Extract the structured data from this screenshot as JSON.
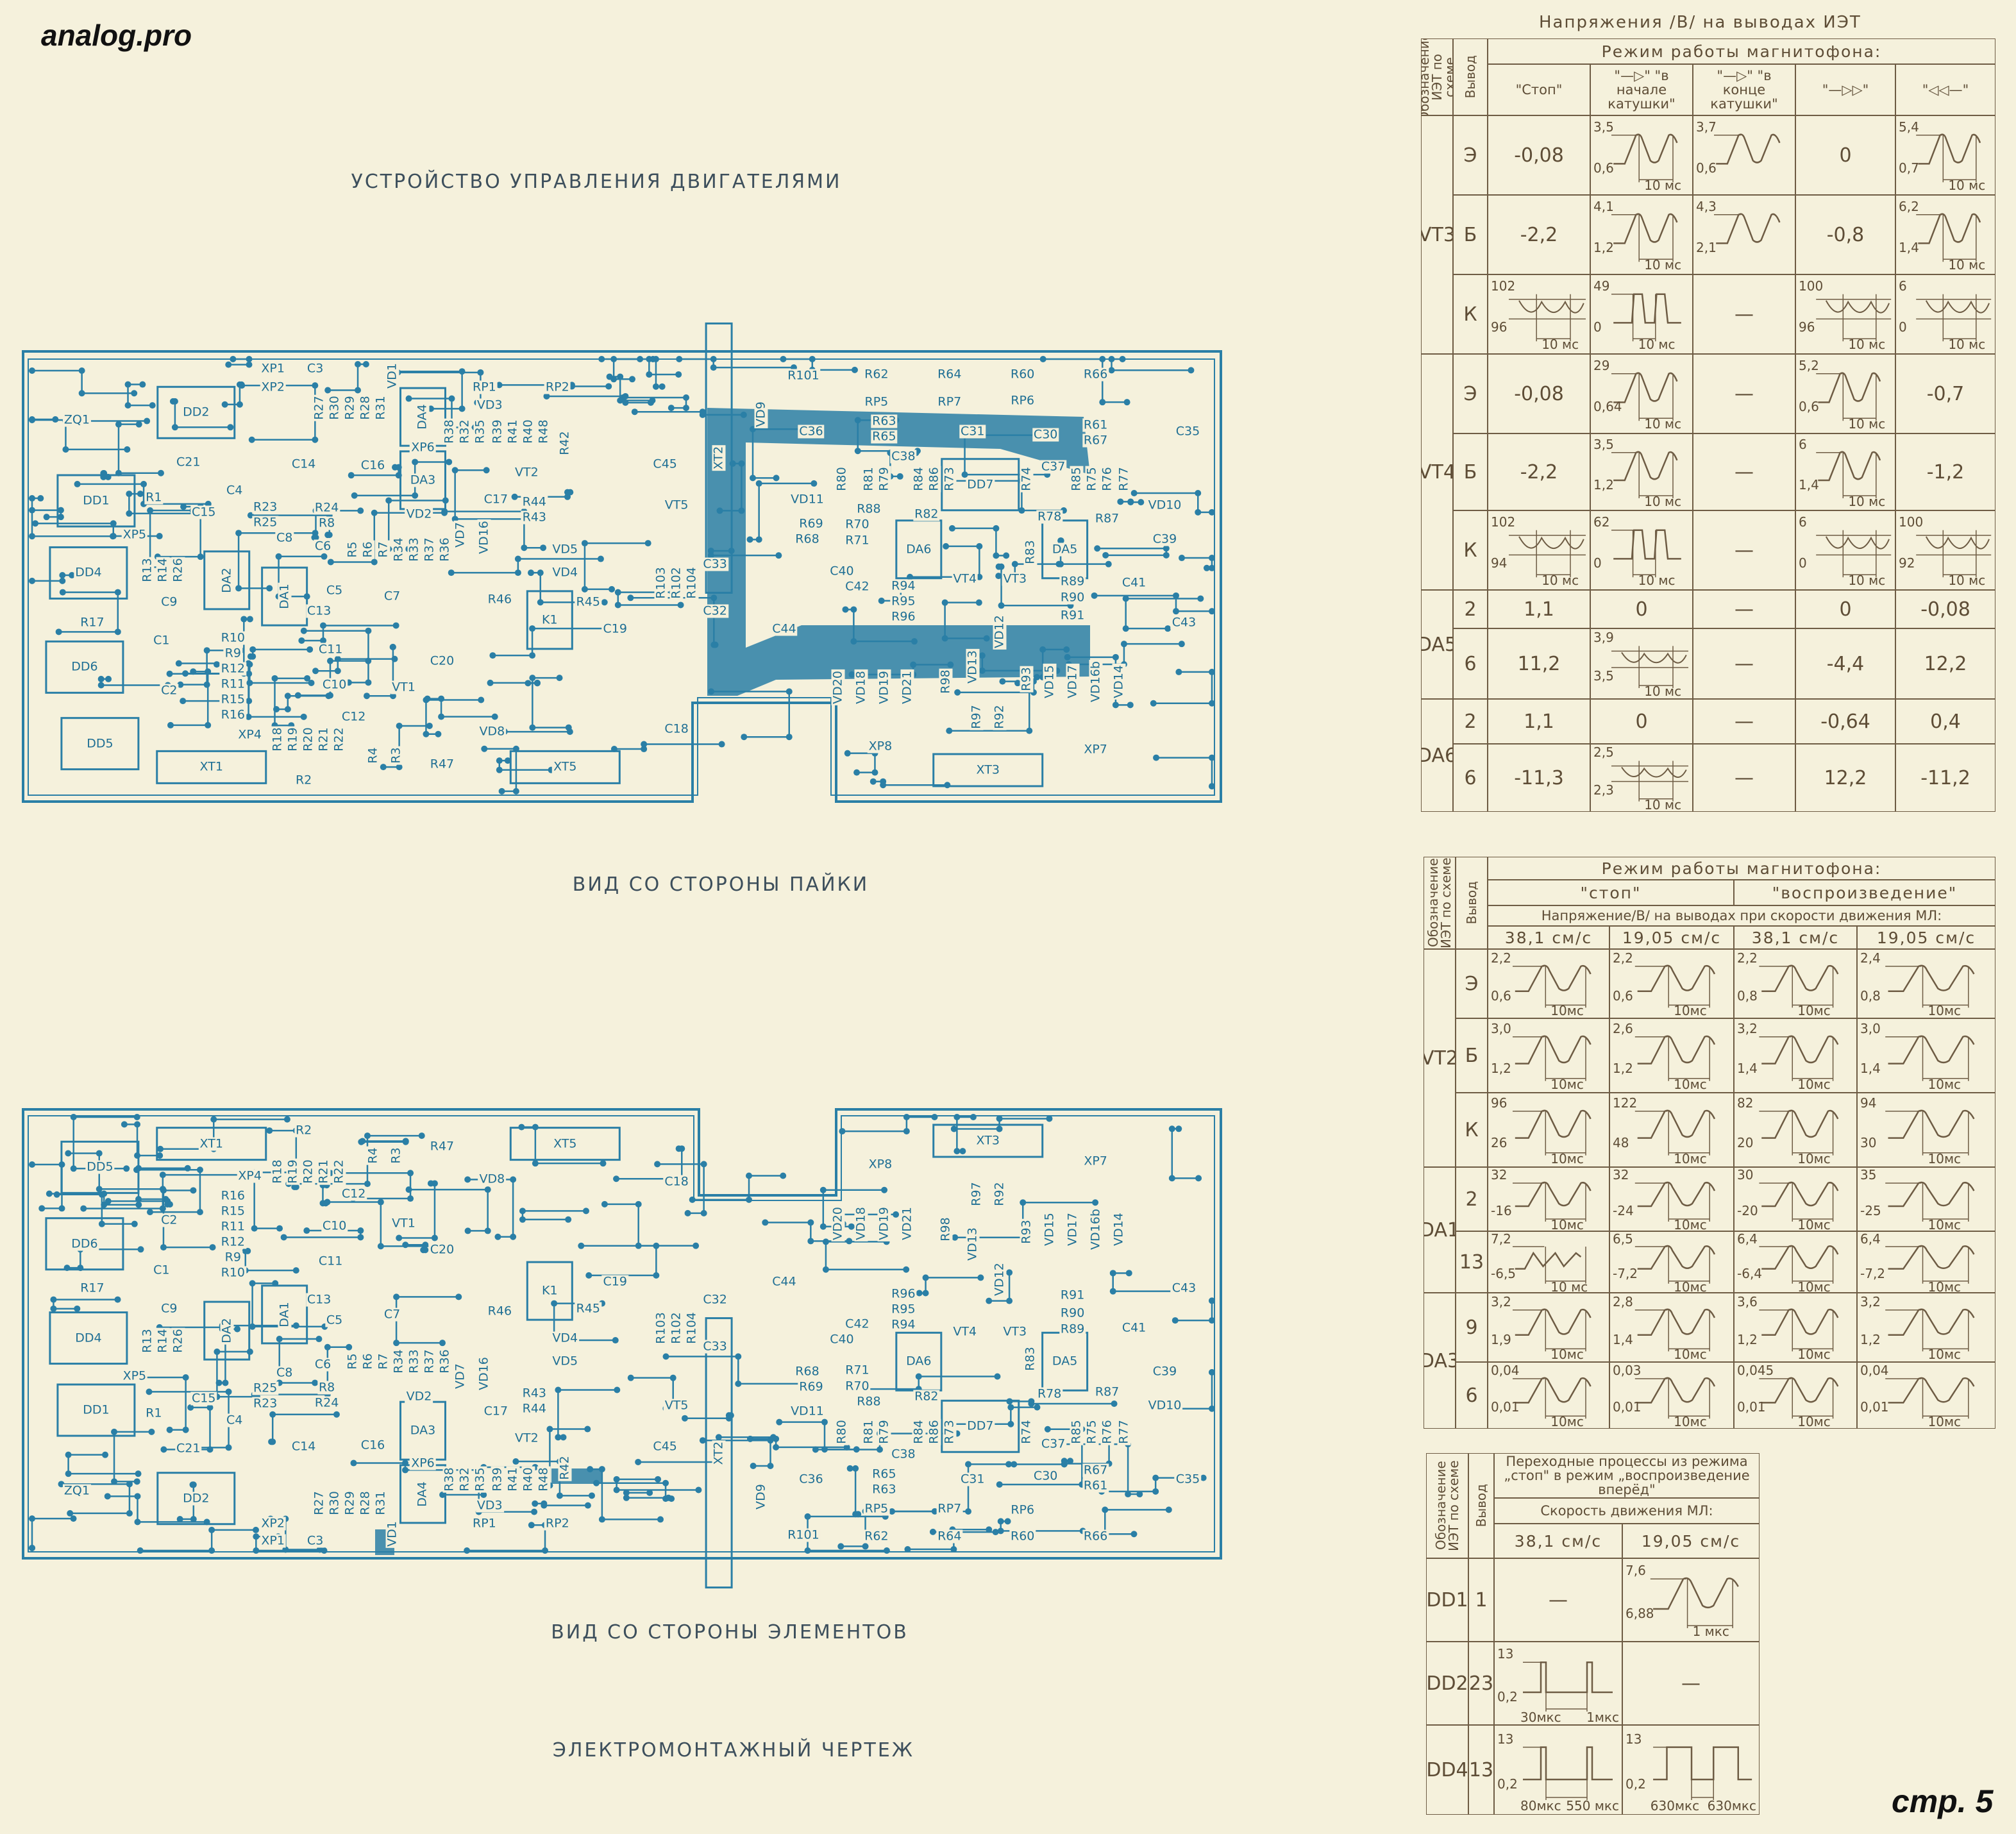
{
  "brand": "analog.pro",
  "page_number": "стр. 5",
  "captions": {
    "main_title": "УСТРОЙСТВО УПРАВЛЕНИЯ ДВИГАТЕЛЯМИ",
    "solder_side": "ВИД СО СТОРОНЫ ПАЙКИ",
    "component_side": "ВИД СО СТОРОНЫ ЭЛЕМЕНТОВ",
    "assembly_drawing": "ЭЛЕКТРОМОНТАЖНЫЙ ЧЕРТЕЖ"
  },
  "colors": {
    "paper": "#f5f1dc",
    "pcb_blue": "#2a7fa6",
    "ink": "#6e5c44"
  },
  "pcb": {
    "components": [
      "ZQ1",
      "DD2",
      "XP1",
      "XP2",
      "C3",
      "R27",
      "R30",
      "R29",
      "R28",
      "R31",
      "VD1",
      "DA4",
      "RP1",
      "RP2",
      "VD3",
      "R38",
      "R32",
      "R35",
      "R39",
      "R41",
      "R40",
      "R48",
      "R42",
      "XP6",
      "DD1",
      "C21",
      "C4",
      "R1",
      "C14",
      "C16",
      "DA3",
      "VT2",
      "C17",
      "R44",
      "R43",
      "C15",
      "R23",
      "R25",
      "R24",
      "R8",
      "C8",
      "VD2",
      "VD7",
      "VD16",
      "XP5",
      "DD4",
      "R13",
      "R14",
      "R26",
      "DA2",
      "DA1",
      "C6",
      "R5",
      "R6",
      "R7",
      "R34",
      "R33",
      "R37",
      "R36",
      "VD5",
      "VD4",
      "C5",
      "C7",
      "C9",
      "C13",
      "R17",
      "R46",
      "R45",
      "K1",
      "C19",
      "C1",
      "C11",
      "DD6",
      "R10",
      "R9",
      "R12",
      "R11",
      "R15",
      "R16",
      "C20",
      "VT1",
      "C10",
      "C2",
      "C12",
      "VD8",
      "XP4",
      "R18",
      "R19",
      "R20",
      "R21",
      "R22",
      "R4",
      "R3",
      "DD5",
      "XT1",
      "R2",
      "R47",
      "XT5",
      "C18",
      "C45",
      "VT5",
      "XT2",
      "R103",
      "R102",
      "R104",
      "C33",
      "C32",
      "C36",
      "VD9",
      "R101",
      "R62",
      "R64",
      "R60",
      "R66",
      "RP5",
      "RP7",
      "RP6",
      "R63",
      "R65",
      "C31",
      "C30",
      "R61",
      "R67",
      "C35",
      "C38",
      "R80",
      "R81",
      "R79",
      "R84",
      "R86",
      "R73",
      "DD7",
      "R74",
      "C37",
      "R85",
      "R75",
      "R76",
      "R77",
      "VD11",
      "R88",
      "R82",
      "R69",
      "R68",
      "R70",
      "R71",
      "DA6",
      "C40",
      "R78",
      "R87",
      "VD10",
      "C39",
      "R83",
      "DA5",
      "C42",
      "R94",
      "R95",
      "R96",
      "VT4",
      "VT3",
      "R89",
      "R90",
      "R91",
      "C41",
      "C44",
      "C43",
      "VD20",
      "VD18",
      "VD19",
      "VD21",
      "R98",
      "VD13",
      "VD12",
      "R93",
      "VD15",
      "VD17",
      "VD16b",
      "VD14",
      "R97",
      "R92",
      "XP8",
      "XP7",
      "XT3"
    ]
  },
  "table1": {
    "title": "Напряжения /В/ на выводах ИЭТ",
    "designation_header": "Обозначение ИЭТ по схеме",
    "pin_header": "Вывод",
    "mode_header": "Режим работы магнитофона:",
    "modes": [
      "\"Стоп\"",
      "\"—▷\" \"в начале катушки\"",
      "\"—▷\" \"в конце катушки\"",
      "\"—▷▷\"",
      "\"◁◁—\""
    ],
    "groups": [
      {
        "ic": "VT3",
        "rows": [
          {
            "pin": "Э",
            "cells": [
              "-0,08",
              {
                "w": "sine",
                "hi": "3,5",
                "lo": "0,6",
                "t": "10 мс"
              },
              {
                "w": "sine",
                "hi": "3,7",
                "lo": "0,6",
                "t": ""
              },
              "0",
              {
                "w": "sine",
                "hi": "5,4",
                "lo": "0,7",
                "t": "10 мс"
              }
            ]
          },
          {
            "pin": "Б",
            "cells": [
              "-2,2",
              {
                "w": "sine",
                "hi": "4,1",
                "lo": "1,2",
                "t": "10 мс"
              },
              {
                "w": "sine",
                "hi": "4,3",
                "lo": "2,1",
                "t": ""
              },
              "-0,8",
              {
                "w": "sine",
                "hi": "6,2",
                "lo": "1,4",
                "t": "10 мс"
              }
            ]
          },
          {
            "pin": "К",
            "cells": [
              {
                "w": "ripple",
                "hi": "102",
                "lo": "96",
                "t": "10 мс"
              },
              {
                "w": "square",
                "hi": "49",
                "lo": "0",
                "t": "10 мс"
              },
              "—",
              {
                "w": "ripple",
                "hi": "100",
                "lo": "96",
                "t": "10 мс"
              },
              {
                "w": "ripple",
                "hi": "6",
                "lo": "0",
                "t": "10 мс"
              }
            ]
          }
        ]
      },
      {
        "ic": "VT4",
        "rows": [
          {
            "pin": "Э",
            "cells": [
              "-0,08",
              {
                "w": "sine",
                "hi": "29",
                "lo": "0,64",
                "t": "10 мс"
              },
              "—",
              {
                "w": "sine",
                "hi": "5,2",
                "lo": "0,6",
                "t": "10 мс"
              },
              "-0,7"
            ]
          },
          {
            "pin": "Б",
            "cells": [
              "-2,2",
              {
                "w": "sine",
                "hi": "3,5",
                "lo": "1,2",
                "t": "10 мс"
              },
              "—",
              {
                "w": "sine",
                "hi": "6",
                "lo": "1,4",
                "t": "10 мс"
              },
              "-1,2"
            ]
          },
          {
            "pin": "К",
            "cells": [
              {
                "w": "ripple",
                "hi": "102",
                "lo": "94",
                "t": "10 мс"
              },
              {
                "w": "square",
                "hi": "62",
                "lo": "0",
                "t": "10 мс"
              },
              "—",
              {
                "w": "ripple",
                "hi": "6",
                "lo": "0",
                "t": "10 мс"
              },
              {
                "w": "ripple",
                "hi": "100",
                "lo": "92",
                "t": "10 мс"
              }
            ]
          }
        ]
      },
      {
        "ic": "DA5",
        "rows": [
          {
            "pin": "2",
            "cells": [
              "1,1",
              "0",
              "—",
              "0",
              "-0,08"
            ]
          },
          {
            "pin": "6",
            "cells": [
              "11,2",
              {
                "w": "ripple",
                "hi": "3,9",
                "lo": "3,5",
                "t": "10 мс"
              },
              "—",
              "-4,4",
              "12,2"
            ]
          }
        ]
      },
      {
        "ic": "DA6",
        "rows": [
          {
            "pin": "2",
            "cells": [
              "1,1",
              "0",
              "—",
              "-0,64",
              "0,4"
            ]
          },
          {
            "pin": "6",
            "cells": [
              "-11,3",
              {
                "w": "ripple",
                "hi": "2,5",
                "lo": "2,3",
                "t": "10 мс"
              },
              "—",
              "12,2",
              "-11,2"
            ]
          }
        ]
      }
    ]
  },
  "table2": {
    "designation_header": "Обозначение ИЭТ по схеме",
    "pin_header": "Вывод",
    "mode_header": "Режим работы магнитофона:",
    "modes": [
      "\"стоп\"",
      "\"воспроизведение\""
    ],
    "voltage_header": "Напряжение/В/ на выводах при скорости движения МЛ:",
    "speeds": [
      "38,1 см/с",
      "19,05 см/с",
      "38,1 см/с",
      "19,05 см/с"
    ],
    "groups": [
      {
        "ic": "VT2",
        "rows": [
          {
            "pin": "Э",
            "cells": [
              {
                "w": "sine",
                "hi": "2,2",
                "lo": "0,6",
                "t": "10мс"
              },
              {
                "w": "sine",
                "hi": "2,2",
                "lo": "0,6",
                "t": "10мс"
              },
              {
                "w": "sine",
                "hi": "2,2",
                "lo": "0,8",
                "t": "10мс"
              },
              {
                "w": "sine",
                "hi": "2,4",
                "lo": "0,8",
                "t": "10мс"
              }
            ]
          },
          {
            "pin": "Б",
            "cells": [
              {
                "w": "sine",
                "hi": "3,0",
                "lo": "1,2",
                "t": "10мс"
              },
              {
                "w": "sine",
                "hi": "2,6",
                "lo": "1,2",
                "t": "10мс"
              },
              {
                "w": "sine",
                "hi": "3,2",
                "lo": "1,4",
                "t": "10мс"
              },
              {
                "w": "sine",
                "hi": "3,0",
                "lo": "1,4",
                "t": "10мс"
              }
            ]
          },
          {
            "pin": "К",
            "cells": [
              {
                "w": "sine",
                "hi": "96",
                "lo": "26",
                "t": "10мс"
              },
              {
                "w": "sine",
                "hi": "122",
                "lo": "48",
                "t": "10мс"
              },
              {
                "w": "sine",
                "hi": "82",
                "lo": "20",
                "t": "10мс"
              },
              {
                "w": "sine",
                "hi": "94",
                "lo": "30",
                "t": "10мс"
              }
            ]
          }
        ]
      },
      {
        "ic": "DA1",
        "rows": [
          {
            "pin": "2",
            "cells": [
              {
                "w": "sine",
                "hi": "32",
                "lo": "-16",
                "t": "10мс"
              },
              {
                "w": "sine",
                "hi": "32",
                "lo": "-24",
                "t": "10мс"
              },
              {
                "w": "sine",
                "hi": "30",
                "lo": "-20",
                "t": "10мс"
              },
              {
                "w": "sine",
                "hi": "35",
                "lo": "-25",
                "t": "10мс"
              }
            ]
          },
          {
            "pin": "13",
            "cells": [
              {
                "w": "double",
                "hi": "7,2",
                "lo": "-6,5",
                "t": "10 мс"
              },
              {
                "w": "sine",
                "hi": "6,5",
                "lo": "-7,2",
                "t": "10мс"
              },
              {
                "w": "sine",
                "hi": "6,4",
                "lo": "-6,4",
                "t": "10мс"
              },
              {
                "w": "sine",
                "hi": "6,4",
                "lo": "-7,2",
                "t": "10мс"
              }
            ]
          }
        ]
      },
      {
        "ic": "DA3",
        "rows": [
          {
            "pin": "9",
            "cells": [
              {
                "w": "sine",
                "hi": "3,2",
                "lo": "1,9",
                "t": "10мс"
              },
              {
                "w": "sine",
                "hi": "2,8",
                "lo": "1,4",
                "t": "10мс"
              },
              {
                "w": "sine",
                "hi": "3,6",
                "lo": "1,2",
                "t": "10мс"
              },
              {
                "w": "sine",
                "hi": "3,2",
                "lo": "1,2",
                "t": "10мс"
              }
            ]
          },
          {
            "pin": "6",
            "cells": [
              {
                "w": "sine",
                "hi": "0,04",
                "lo": "0,01",
                "t": "10мс"
              },
              {
                "w": "sine",
                "hi": "0,03",
                "lo": "0,01",
                "t": "10мс"
              },
              {
                "w": "sine",
                "hi": "0,045",
                "lo": "0,01",
                "t": "10мс"
              },
              {
                "w": "sine",
                "hi": "0,04",
                "lo": "0,01",
                "t": "10мс"
              }
            ]
          }
        ]
      }
    ]
  },
  "table3": {
    "designation_header": "Обозначение ИЭТ по схеме",
    "pin_header": "Вывод",
    "transition_header": "Переходные процессы из режима „стоп\" в режим „воспроизведение вперёд\"",
    "speed_header": "Скорость движения МЛ:",
    "speeds": [
      "38,1 см/с",
      "19,05 см/с"
    ],
    "groups": [
      {
        "ic": "DD1",
        "rows": [
          {
            "pin": "1",
            "cells": [
              "—",
              {
                "w": "sine",
                "hi": "7,6",
                "lo": "6,88",
                "t": "1 мкс"
              }
            ]
          }
        ]
      },
      {
        "ic": "DD2",
        "rows": [
          {
            "pin": "23",
            "cells": [
              {
                "w": "pulse",
                "hi": "13",
                "lo": "0,2",
                "t": "30мкс",
                "t2": "1мкс"
              },
              "—"
            ]
          }
        ]
      },
      {
        "ic": "DD4",
        "rows": [
          {
            "pin": "13",
            "cells": [
              {
                "w": "pulse",
                "hi": "13",
                "lo": "0,2",
                "t": "80мкс",
                "t2": "550 мкс"
              },
              {
                "w": "pulsewide",
                "hi": "13",
                "lo": "0,2",
                "t": "630мкс",
                "t2": "630мкс"
              }
            ]
          }
        ]
      }
    ]
  }
}
